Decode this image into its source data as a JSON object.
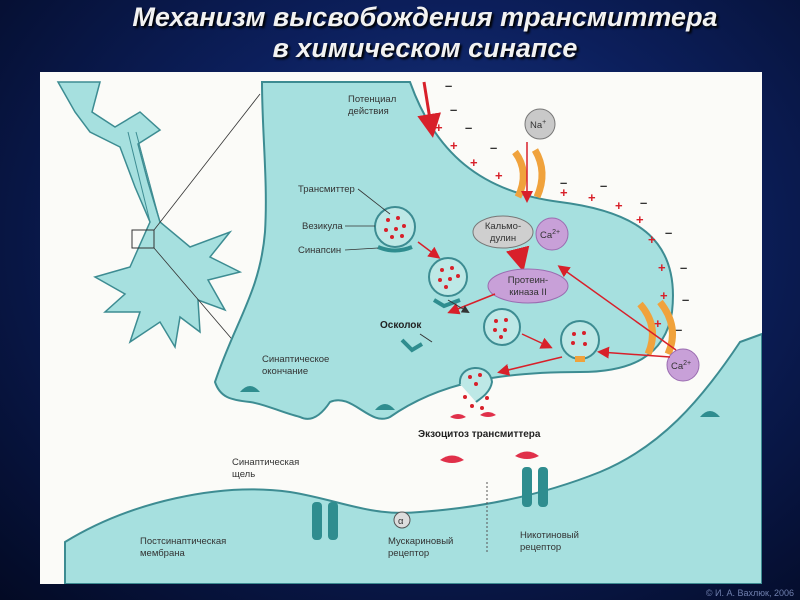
{
  "title": {
    "line1": "Механизм высвобождения трансмиттера",
    "line2": "в химическом синапсе"
  },
  "labels": {
    "action_potential_1": "Потенциал",
    "action_potential_2": "действия",
    "transmitter": "Трансмиттер",
    "vesicle": "Везикула",
    "synapsin": "Синапсин",
    "fragment": "Осколок",
    "synaptic_ending_1": "Синаптическое",
    "synaptic_ending_2": "окончание",
    "calmodulin_1": "Кальмо-",
    "calmodulin_2": "дулин",
    "protein_kinase_1": "Протеин-",
    "protein_kinase_2": "киназа II",
    "exocytosis": "Экзоцитоз трансмиттера",
    "synaptic_cleft_1": "Синаптическая",
    "synaptic_cleft_2": "щель",
    "postsynaptic_1": "Постсинаптическая",
    "postsynaptic_2": "мембрана",
    "muscarinic_1": "Мускариновый",
    "muscarinic_2": "рецептор",
    "nicotinic_1": "Никотиновый",
    "nicotinic_2": "рецептор",
    "alpha": "α"
  },
  "ions": {
    "na": "Na",
    "na_sup": "+",
    "ca": "Ca",
    "ca_sup": "2+"
  },
  "copyright": "© И. А. Вахлюк, 2006",
  "colors": {
    "cell": "#a6e0df",
    "cell_stroke": "#3d8c92",
    "channel": "#f0a23c",
    "vesicle": "#bde8e6",
    "arrow": "#d8202a",
    "protein": "#c8a0d8",
    "receptor": "#2f8d8f"
  }
}
